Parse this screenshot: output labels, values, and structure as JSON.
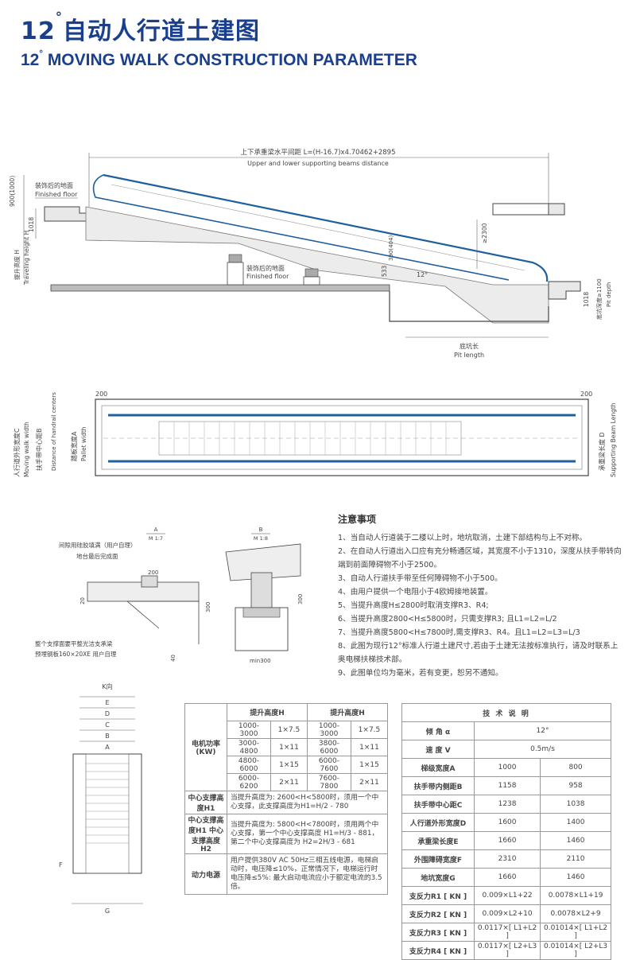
{
  "header": {
    "title_num": "12",
    "title_deg": "°",
    "title_cn": "自动人行道土建图",
    "title_en_num": "12",
    "title_en_deg": "°",
    "title_en": " MOVING WALK CONSTRUCTION PARAMETER"
  },
  "elevation": {
    "top_dim_cn": "上下承重梁水平间距 L=(H-16.7)x4.70462+2895",
    "top_dim_en": "Upper and lower supporting beams distance",
    "dim_900": "900(1000)",
    "finished_floor_cn": "装饰后的地面",
    "finished_floor_en": "Finished floor",
    "dim_1018_left": "1018",
    "travel_height_cn": "提升高度 H",
    "travel_height_en": "Traveling height H",
    "dim_2300": "≥2300",
    "dim_390": "390(404)",
    "dim_533": "533",
    "angle": "12°",
    "finished_floor2_cn": "装饰后的地面",
    "finished_floor2_en": "Finished floor",
    "pit_length_cn": "底坑长",
    "pit_length_en": "Pit length",
    "dim_1018_right": "1018",
    "pit_depth_cn": "底坑深度≥1100",
    "pit_depth_en": "Pit depth"
  },
  "plan": {
    "dim_200_left": "200",
    "dim_200_right": "200",
    "walk_width_cn": "人行道外形宽度C",
    "walk_width_en": "Moving walk width",
    "handrail_cn": "扶手带中心距B",
    "handrail_en": "Distance of handrail centers",
    "pallet_cn": "踏板宽度A",
    "pallet_en": "Pallet width",
    "beam_cn": "承重梁长度 D",
    "beam_en": "Supporting Beam Length"
  },
  "detailA": {
    "tag": "A",
    "scale": "M 1:7",
    "note1": "间隙用硅胶填满（用户自理）",
    "note2": "地台最后完成面",
    "dim_200": "200",
    "dim_20": "20",
    "dim_300": "300",
    "note3": "整个支撑面要平整光洁支承梁",
    "note4": "预埋钢板160×20XE 用户自理",
    "dim_40": "40"
  },
  "detailB": {
    "tag": "B",
    "scale": "M 1:8",
    "dim_300": "300",
    "dim_min300": "min300"
  },
  "notes": {
    "title": "注意事项",
    "items": [
      "1、当自动人行道装于二楼以上时，地坑取消，土建下部结构与上不对称。",
      "2、在自动人行道出入口应有充分畅通区域，其宽度不小于1310，深度从扶手带转向端到前面障碍物不小于2500。",
      "3、自动人行道扶手带至任何障碍物不小于500。",
      "4、由用户提供一个电阻小于4欧姆接地装置。",
      "5、当提升高度H≤2800时取消支撑R3、R4;",
      "6、当提升高度2800<H≤5800时，只需支撑R3; 且L1=L2=L/2",
      "7、当提升高度5800<H≤7800时,需支撑R3、R4。且L1=L2=L3=L/3",
      "8、此图为现行12°标准人行道土建尺寸,若由于土建无法按标准执行，请及时联系上奥电梯扶梯技术部。",
      "9、此图单位均为毫米，若有变更，恕另不通知。"
    ]
  },
  "k_view": {
    "title": "K向",
    "labels": [
      "E",
      "D",
      "C",
      "B",
      "A",
      "F",
      "G"
    ]
  },
  "power_table": {
    "motor_label": "电机功率(KW)",
    "header": "提升高度H",
    "rows": [
      [
        "1000-3000",
        "1×7.5",
        "1000-3000",
        "1×7.5"
      ],
      [
        "3000-4800",
        "1×11",
        "3800-6000",
        "1×11"
      ],
      [
        "4800-6000",
        "1×15",
        "6000-7600",
        "1×15"
      ],
      [
        "6000-6200",
        "2×11",
        "7600-7800",
        "2×11"
      ]
    ],
    "h1_label": "中心支撑高度H1",
    "h1_text": "当提升高度为: 2600<H<5800时，须用一个中心支撑，此支撑高度为H1=H/2 - 780",
    "h2_label": "中心支撑高度H1 中心支撑高度H2",
    "h2_text": "当提升高度为: 5800<H<7800时，须用两个中心支撑，第一个中心支撑高度 H1=H/3 - 881，第二个中心支撑高度为 H2=2H/3 - 681",
    "power_label": "动力电源",
    "power_text": "用户提供380V AC 50Hz三相五线电源，电梯启动时，电压降≤10%，正常情况下，电梯运行时电压降≤5%: 最大启动电流应小于额定电流的3.5倍。"
  },
  "tech_table": {
    "title": "技 术 说 明",
    "rows": [
      {
        "label": "倾 角 α",
        "v1": "12°"
      },
      {
        "label": "速 度 V",
        "v1": "0.5m/s"
      },
      {
        "label": "梯级宽度A",
        "v1": "1000",
        "v2": "800"
      },
      {
        "label": "扶手带内侧距B",
        "v1": "1158",
        "v2": "958"
      },
      {
        "label": "扶手带中心距C",
        "v1": "1238",
        "v2": "1038"
      },
      {
        "label": "人行道外形宽度D",
        "v1": "1600",
        "v2": "1400"
      },
      {
        "label": "承重梁长度E",
        "v1": "1660",
        "v2": "1460"
      },
      {
        "label": "外围障碍宽度F",
        "v1": "2310",
        "v2": "2110"
      },
      {
        "label": "地坑宽度G",
        "v1": "1660",
        "v2": "1460"
      },
      {
        "label": "支反力R1 [ KN ]",
        "v1": "0.009×L1+22",
        "v2": "0.0078×L1+19"
      },
      {
        "label": "支反力R2 [ KN ]",
        "v1": "0.009×L2+10",
        "v2": "0.0078×L2+9"
      },
      {
        "label": "支反力R3 [ KN ]",
        "v1": "0.0117×[ L1+L2 ]",
        "v2": "0.01014×[ L1+L2 ]"
      },
      {
        "label": "支反力R4 [ KN ]",
        "v1": "0.0117×[ L2+L3 ]",
        "v2": "0.01014×[ L2+L3 ]"
      }
    ]
  },
  "colors": {
    "accent": "#1a3f8c",
    "handrail": "#1f5f9e",
    "truss": "#ececec",
    "line": "#666666"
  }
}
